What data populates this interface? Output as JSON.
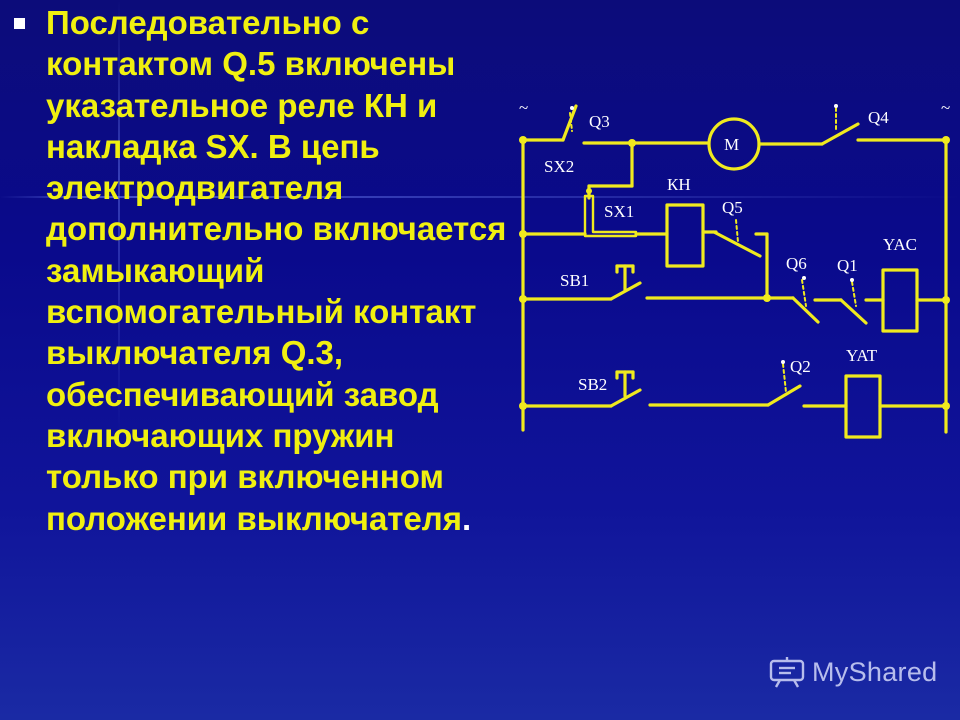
{
  "slide": {
    "text": "Последовательно с контактом Q.5 включены указательное реле КН и накладка SX. В цепь электродвигателя дополнительно включается замыкающий вспомогательный контакт выключателя Q.3, обеспечивающий завод включающих пружин только при включенном положении выключателя",
    "period": "."
  },
  "diagram": {
    "supply_left": "~",
    "supply_right": "~",
    "labels": {
      "q3": "Q3",
      "motor": "M",
      "q4": "Q4",
      "sx2": "SX2",
      "kh": "КН",
      "sx1": "SX1",
      "q5": "Q5",
      "sb1": "SB1",
      "q6": "Q6",
      "q1": "Q1",
      "yac": "YAC",
      "sb2": "SB2",
      "q2": "Q2",
      "yat": "YAT"
    }
  },
  "watermark": {
    "text": "MyShared",
    "icon": "presentation-board-icon"
  },
  "colors": {
    "background": "#0c0c7a",
    "text": "#f0f010",
    "wire": "#f0ea1e",
    "label": "#ffffff"
  }
}
